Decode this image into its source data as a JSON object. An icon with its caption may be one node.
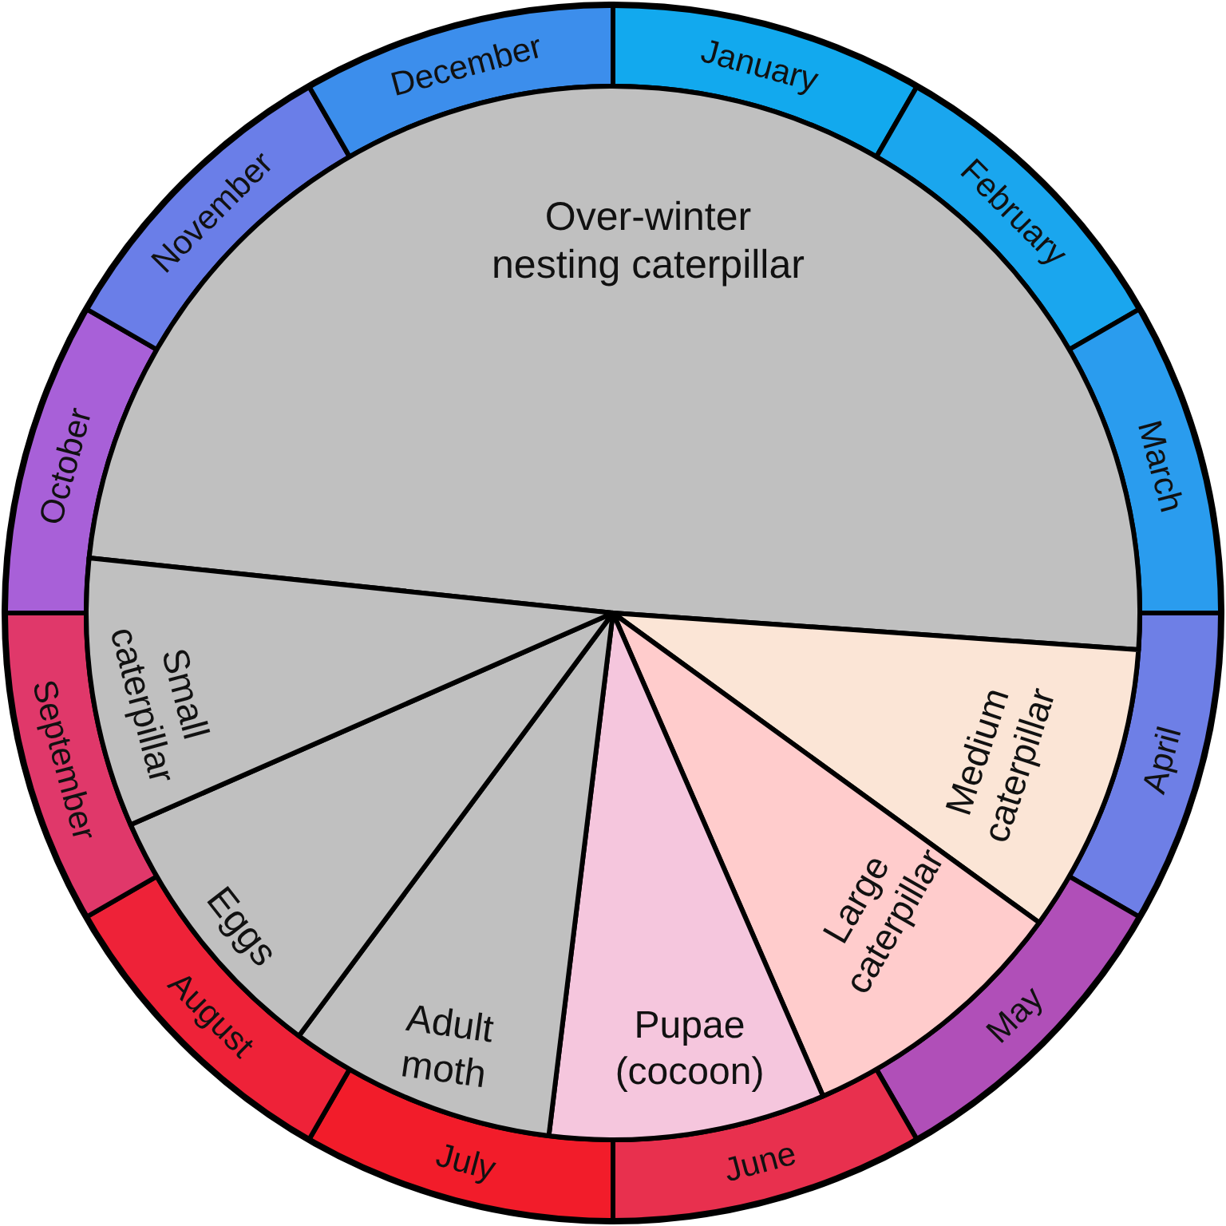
{
  "diagram": {
    "nodes": [
      {
        "text": [
          "January"
        ]
      },
      {
        "text": [
          "February"
        ]
      },
      {
        "text": [
          "March"
        ]
      },
      {
        "text": [
          "April"
        ]
      },
      {
        "text": [
          "May"
        ]
      },
      {
        "text": [
          "June"
        ]
      },
      {
        "text": [
          "July"
        ]
      },
      {
        "text": [
          "August"
        ]
      },
      {
        "text": [
          "September"
        ]
      },
      {
        "text": [
          "October"
        ]
      },
      {
        "text": [
          "November"
        ]
      },
      {
        "text": [
          "December"
        ]
      },
      {
        "text": [
          "Over-winter nesting caterpillar"
        ]
      },
      {
        "text": [
          "Medium caterpillar"
        ]
      },
      {
        "text": [
          "Large caterpillar"
        ]
      },
      {
        "text": [
          "Pupae (cocoon)"
        ]
      },
      {
        "text": [
          "Adult moth"
        ]
      },
      {
        "text": [
          "Eggs"
        ]
      },
      {
        "text": [
          "Small caterpillar"
        ]
      }
    ]
  }
}
